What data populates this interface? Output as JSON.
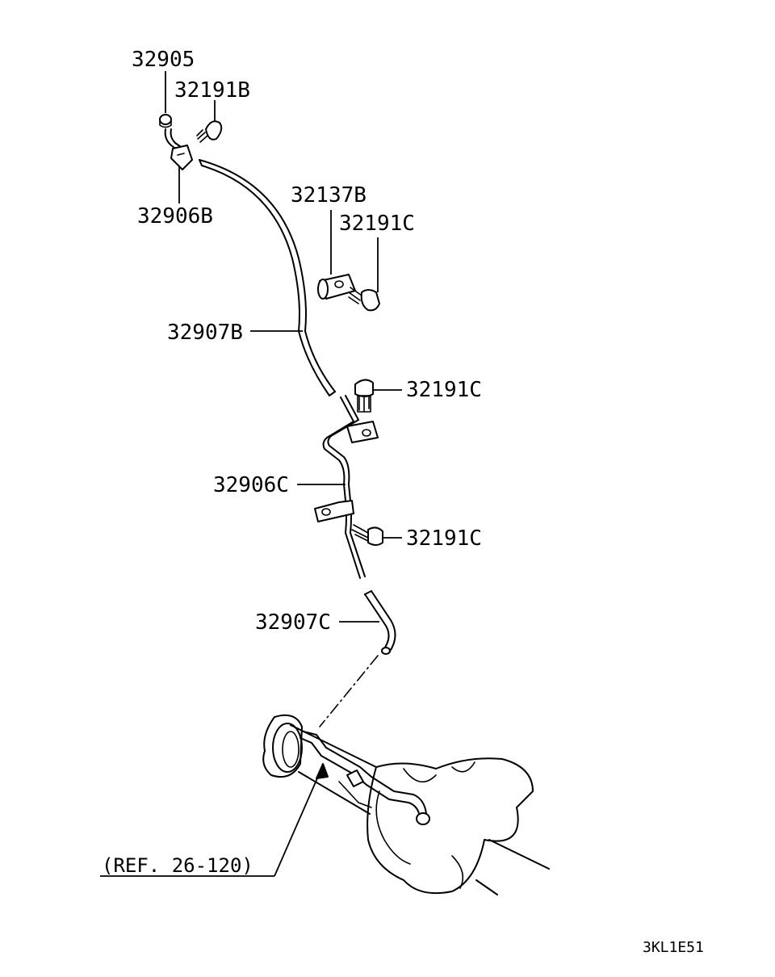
{
  "diagram": {
    "parts": {
      "p32905": "32905",
      "p32191B": "32191B",
      "p32906B": "32906B",
      "p32137B": "32137B",
      "p32191C_a": "32191C",
      "p32907B": "32907B",
      "p32191C_b": "32191C",
      "p32906C": "32906C",
      "p32191C_c": "32191C",
      "p32907C": "32907C"
    },
    "reference": "(REF. 26-120)",
    "drawing_code": "3KL1E51"
  }
}
